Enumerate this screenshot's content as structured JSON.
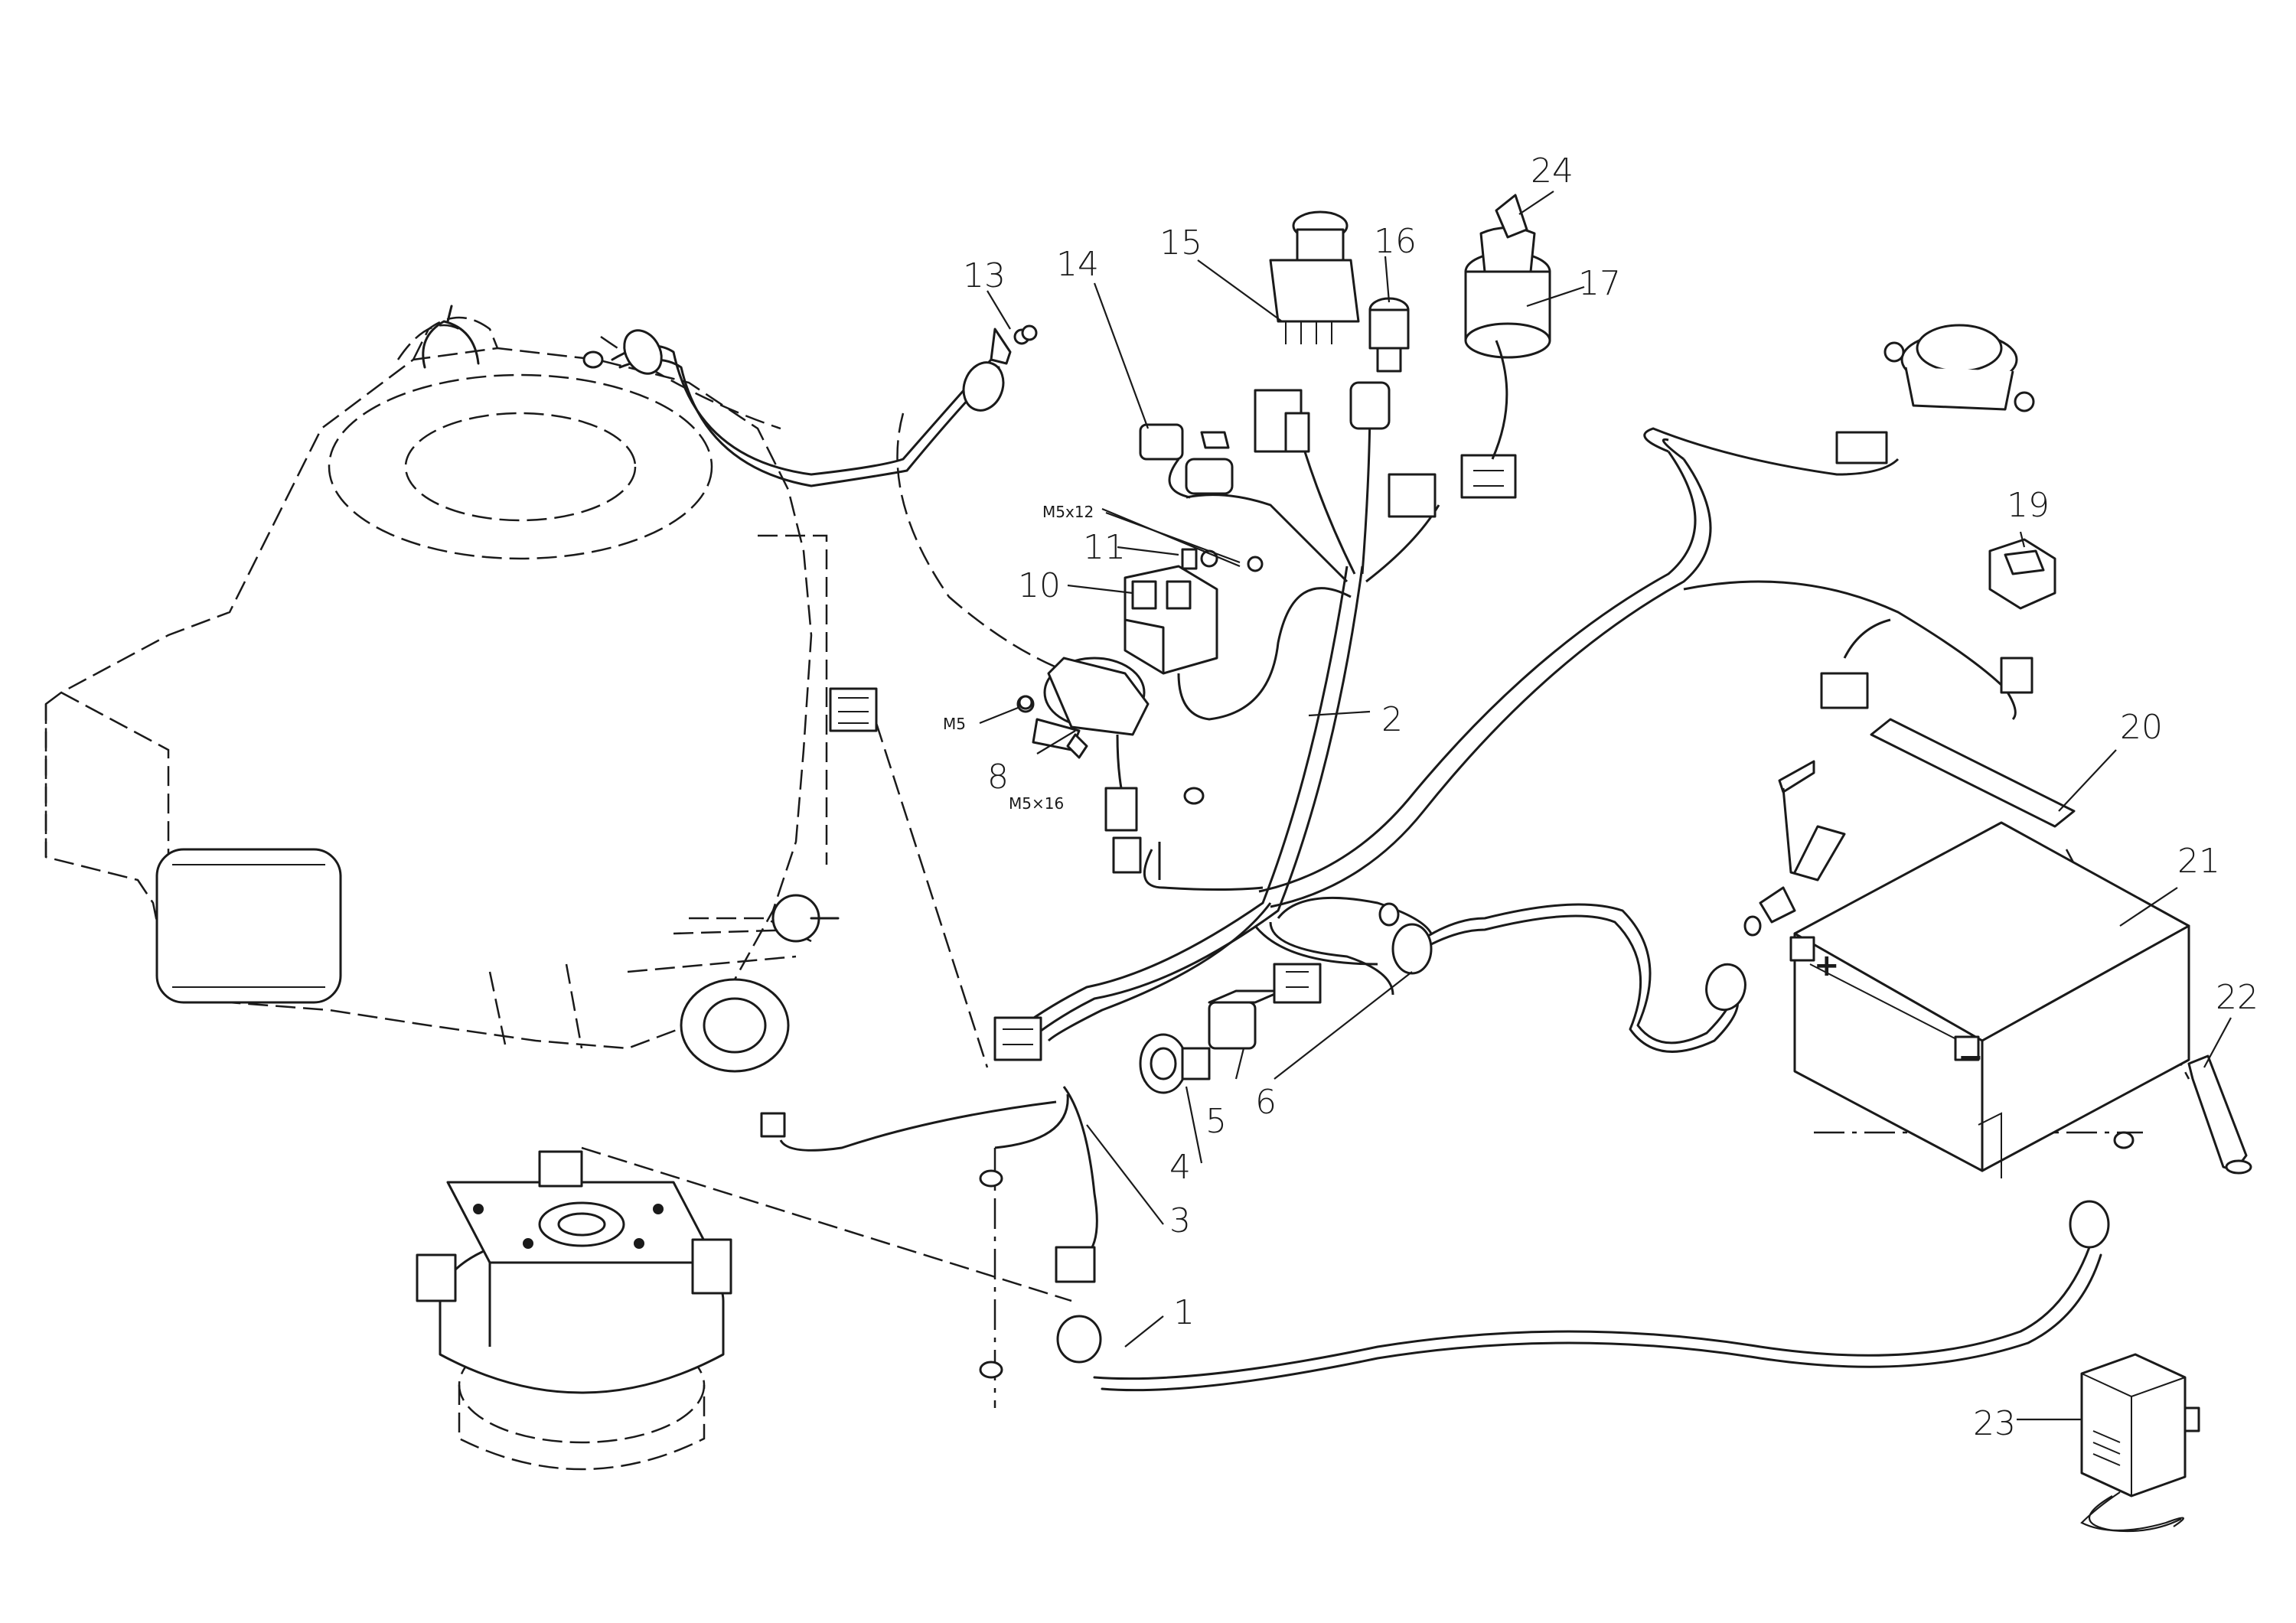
{
  "callouts": [
    {
      "id": "1",
      "text": "1"
    },
    {
      "id": "2",
      "text": "2"
    },
    {
      "id": "3",
      "text": "3"
    },
    {
      "id": "4",
      "text": "4"
    },
    {
      "id": "5",
      "text": "5"
    },
    {
      "id": "6",
      "text": "6"
    },
    {
      "id": "8",
      "text": "8"
    },
    {
      "id": "10",
      "text": "10"
    },
    {
      "id": "11",
      "text": "11"
    },
    {
      "id": "13",
      "text": "13"
    },
    {
      "id": "14",
      "text": "14"
    },
    {
      "id": "15",
      "text": "15"
    },
    {
      "id": "16",
      "text": "16"
    },
    {
      "id": "17",
      "text": "17"
    },
    {
      "id": "19",
      "text": "19"
    },
    {
      "id": "20",
      "text": "20"
    },
    {
      "id": "21",
      "text": "21"
    },
    {
      "id": "22",
      "text": "22"
    },
    {
      "id": "23",
      "text": "23"
    },
    {
      "id": "24",
      "text": "24"
    }
  ],
  "fasteners": {
    "m5x12": "M5x12",
    "m5": "M5",
    "m5x16": "M5×16"
  },
  "battery_terminals": {
    "positive": "+",
    "negative": "−"
  }
}
